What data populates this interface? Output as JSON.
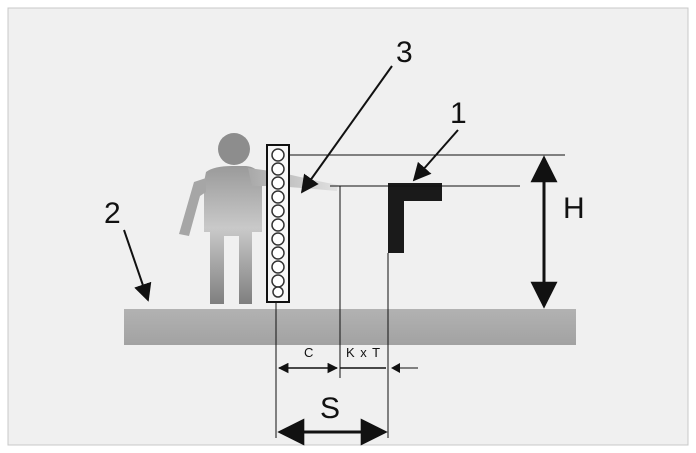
{
  "diagram": {
    "labels": {
      "callout_1": "1",
      "callout_2": "2",
      "callout_3": "3",
      "height": "H",
      "distance": "S",
      "c": "C",
      "kxt": "K x T"
    },
    "colors": {
      "background": "#f0f0f0",
      "floor": "#a9a9a9",
      "machine": "#1a1a1a",
      "person_light": "#cfcfcf",
      "person_dark": "#8e8e8e",
      "line": "#111111"
    },
    "icons": {
      "person": "person-icon",
      "light_curtain": "light-curtain-icon",
      "machine": "machine-hazard-icon"
    }
  }
}
